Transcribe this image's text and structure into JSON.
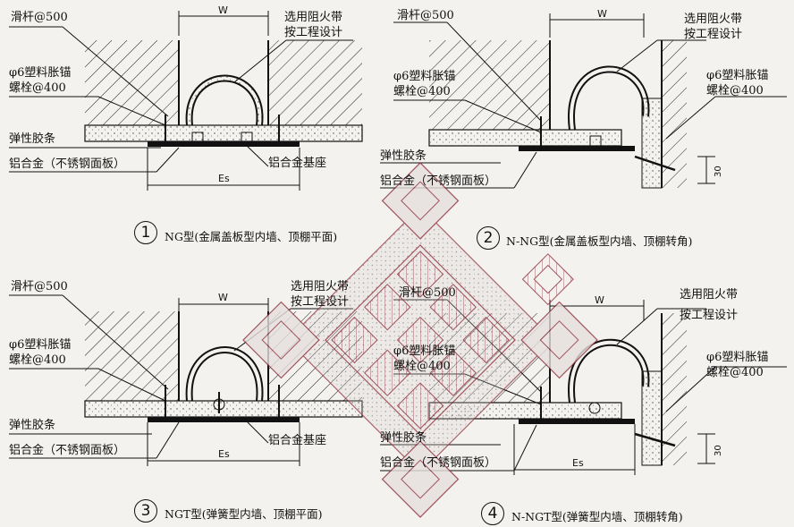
{
  "detail_1": {
    "label_slide_bar": "滑杆@500",
    "label_fire_belt_1": "选用阻火带",
    "label_fire_belt_2": "按工程设计",
    "label_anchor_1": "φ6塑料胀锚",
    "label_anchor_2": "螺栓@400",
    "label_rubber": "弹性胶条",
    "label_base": "铝合金基座",
    "label_plate": "铝合金（不锈钢面板）",
    "dim_w": "W",
    "dim_es": "Es",
    "caption_no": "1",
    "caption": "NG型(金属盖板型内墙、顶棚平面)"
  },
  "detail_2": {
    "label_slide_bar": "滑杆@500",
    "label_fire_belt_1": "选用阻火带",
    "label_fire_belt_2": "按工程设计",
    "label_anchor_left_1": "φ6塑料胀锚",
    "label_anchor_left_2": "螺栓@400",
    "label_anchor_right_1": "φ6塑料胀锚",
    "label_anchor_right_2": "螺栓@400",
    "label_rubber": "弹性胶条",
    "label_plate": "铝合金（不锈钢面板）",
    "dim_w": "W",
    "dim_30": "30",
    "caption_no": "2",
    "caption": "N-NG型(金属盖板型内墙、顶棚转角)"
  },
  "detail_3": {
    "label_slide_bar": "滑杆@500",
    "label_fire_belt_1": "选用阻火带",
    "label_fire_belt_2": "按工程设计",
    "label_anchor_1": "φ6塑料胀锚",
    "label_anchor_2": "螺栓@400",
    "label_rubber": "弹性胶条",
    "label_base": "铝合金基座",
    "label_plate": "铝合金（不锈钢面板）",
    "dim_w": "W",
    "dim_es": "Es",
    "caption_no": "3",
    "caption": "NGT型(弹簧型内墙、顶棚平面)"
  },
  "detail_4": {
    "label_slide_bar": "滑杆@500",
    "label_fire_belt_1": "选用阻火带",
    "label_fire_belt_2": "按工程设计",
    "label_anchor_left_1": "φ6塑料胀锚",
    "label_anchor_left_2": "螺栓@400",
    "label_anchor_right_1": "φ6塑料胀锚",
    "label_anchor_right_2": "螺栓@400",
    "label_rubber": "弹性胶条",
    "label_plate": "铝合金（不锈钢面板）",
    "dim_w": "W",
    "dim_es": "Es",
    "dim_30": "30",
    "caption_no": "4",
    "caption": "N-NGT型(弹簧型内墙、顶棚转角)"
  },
  "colors": {
    "ink": "#111111",
    "paper": "#f4f2ee",
    "watermark_fill": "#d9d2d2",
    "watermark_stroke": "#8a2a35"
  },
  "watermark": "endless-knot"
}
